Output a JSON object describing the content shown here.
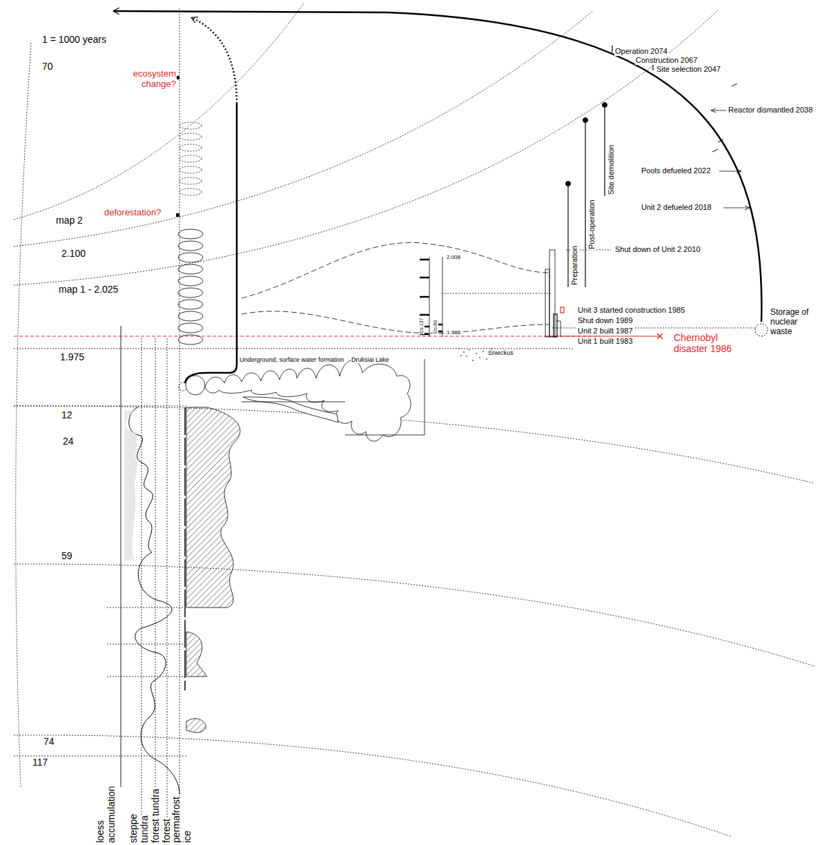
{
  "diagram": {
    "nodes": [
      {
        "text": [
          "Storage of nuclear waste"
        ]
      }
    ],
    "labels": [
      "1 = 1000 years",
      "70",
      "ecosystem change?",
      "map 2",
      "deforestation?",
      "2.100",
      "map 1 - 2.025",
      "1.975",
      "12",
      "24",
      "59",
      "74",
      "117",
      "loess accumulation",
      "steppe",
      "tundra",
      "forest tundra",
      "forest",
      "permafrost",
      "ice",
      "Underground, surface water formation",
      "Druksiai Lake",
      "Snieckus",
      "Cs-137",
      "Co-60",
      "2.008",
      "1.988",
      "Unit 3 started construction 1985",
      "Shut down 1989",
      "Unit 2 built 1987",
      "Unit 1 built 1983",
      "Chernobyl disaster 1986",
      "Preparation",
      "Post-operation",
      "Site demolition",
      "Shut down of Unit 2 2010",
      "Unit 2 defueled 2018",
      "Pools defueled 2022",
      "Reactor dismantled 2038",
      "Site selection 2047",
      "Construction 2067",
      "Operation 2074"
    ]
  }
}
